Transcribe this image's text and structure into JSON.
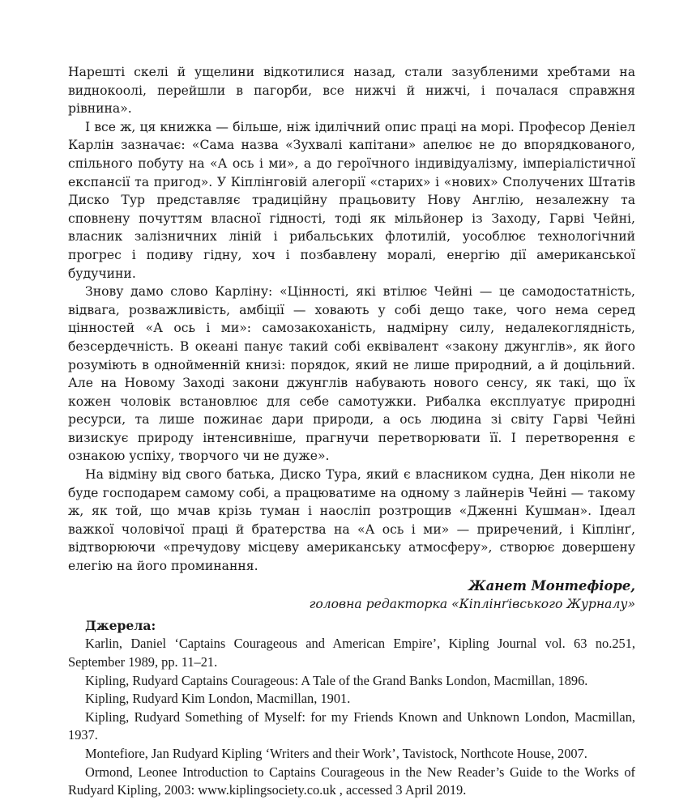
{
  "article": {
    "paragraphs": [
      "Нарешті скелі й ущелини відкотилися назад, стали зазубленими хребтами на виднокоолі, перейшли в пагорби, все нижчі й нижчі, і почалася справжня рівнина».",
      "І все ж, ця книжка — більше, ніж ідилічний опис праці на морі. Професор Деніел Карлін зазначає: «Сама назва «Зухвалі капітани» апелює не до впорядкованого, спільного побуту на «А ось і ми», а до героїчного індивідуалізму, імперіалістичної експансії та пригод». У Кіплінговій алегорії «старих» і «нових» Сполучених Штатів Диско Тур представляє традиційну працьовиту Нову Англію, незалежну та сповнену почуттям власної гідності, тоді як мільйонер із Заходу, Гарві Чейні, власник залізничних ліній і рибальських флотилій, уособлює технологічний прогрес і подиву гідну, хоч і позбавлену моралі, енергію дії американської будучини.",
      "Знову дамо слово Карліну: «Цінності, які втілює Чейні — це самодостатність, відвага, розважливість, амбіції — ховають у собі дещо таке, чого нема серед цінностей «А ось і ми»: самозакоханість, надмірну силу, недалекоглядність, безсердечність. В океані панує такий собі еквівалент «закону джунглів», як його розуміють в однойменній книзі: порядок, який не лише природний, а й доцільний. Але на Новому Заході закони джунглів набувають нового сенсу, як такі, що їх кожен чоловік встановлює для себе самотужки. Рибалка експлуатує природні ресурси, та лише пожинає дари природи, а ось людина зі світу Гарві Чейні визискує природу інтенсивніше, прагнучи перетворювати її. І перетворення є ознакою успіху, творчого чи не дуже».",
      "На відміну від свого батька, Диско Тура, який є власником судна, Ден ніколи не буде господарем самому собі, а працюватиме на одному з лайнерів Чейні — такому ж, як той, що мчав крізь туман і наосліп розтрощив «Дженні Кушман». Ідеал важкої чоловічої праці й братерства на «А ось і ми» — приречений, і Кіплінґ, відтворюючи «пречудову місцеву американську атмосферу», створює довершену елегію на його проминання."
    ],
    "author_name": "Жанет Монтефіоре,",
    "author_role": "головна редакторка «Кіплінґівського Журналу»"
  },
  "sources": {
    "title": "Джерела:",
    "items": [
      "Karlin, Daniel ‘Captains Courageous and American Empire’, Kipling Journal vol. 63 no.251, September 1989, pp. 11–21.",
      "Kipling, Rudyard Captains Courageous: A Tale of the Grand Banks London, Macmillan, 1896.",
      "Kipling, Rudyard Kim London, Macmillan, 1901.",
      "Kipling, Rudyard Something of Myself: for my Friends Known and Unknown London, Macmillan, 1937.",
      "Montefiore, Jan Rudyard Kipling ‘Writers and their Work’, Tavistock, Northcote House, 2007.",
      "Ormond, Leonee Introduction to Captains Courageous in the New Reader’s Guide to the Works of Rudyard Kipling, 2003: www.kiplingsociety.co.uk , accessed 3 April 2019."
    ]
  }
}
